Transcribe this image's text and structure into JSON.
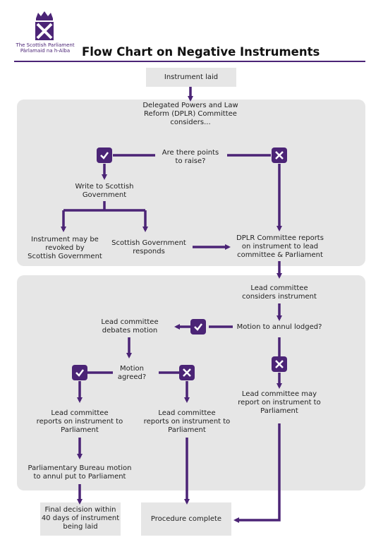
{
  "header": {
    "org_line1": "The Scottish Parliament",
    "org_line2": "Pàrlamaid na h-Alba",
    "title": "Flow Chart on Negative Instruments"
  },
  "colors": {
    "accent": "#4b2476",
    "panel": "#e6e6e6"
  },
  "nodes": {
    "instrument_laid": "Instrument laid",
    "dplr_considers": "Delegated Powers and Law\nReform (DPLR) Committee\nconsiders...",
    "points_to_raise": "Are there points\nto raise?",
    "write_to_sg": "Write to Scottish\nGovernment",
    "may_be_revoked": "Instrument may be\nrevoked by\nScottish Government",
    "sg_responds": "Scottish Government\nresponds",
    "dplr_reports": "DPLR Committee reports\non instrument to lead\ncommittee & Parliament",
    "lead_considers": "Lead committee\nconsiders instrument",
    "motion_lodged": "Motion to annul lodged?",
    "lead_debates": "Lead committee\ndebates motion",
    "motion_agreed": "Motion\nagreed?",
    "lead_reports_yes": "Lead committee\nreports on instrument to\nParliament",
    "lead_reports_no": "Lead committee\nreports on instrument to\nParliament",
    "lead_may_report": "Lead committee may\nreport on instrument to\nParliament",
    "bureau_motion": "Parliamentary Bureau motion\nto annul put to Parliament",
    "final_decision": "Final decision within\n40 days of instrument\nbeing laid",
    "procedure_complete": "Procedure complete"
  },
  "icons": {
    "yes": "check-icon",
    "no": "cross-icon",
    "logo": "saltire-crown-logo"
  }
}
